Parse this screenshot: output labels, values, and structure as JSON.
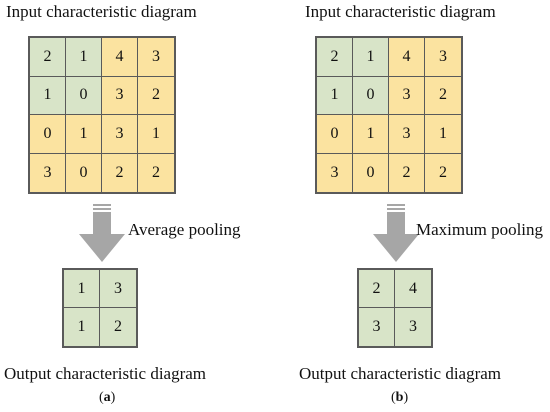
{
  "colors": {
    "green": "#d8e4c8",
    "yellow": "#fbe3a0",
    "grid_line": "#5a5a5a",
    "arrow_fill": "#a6a6a6"
  },
  "panels": [
    {
      "input_title": "Input characteristic diagram",
      "input_cells": [
        {
          "value": "2",
          "color": "green"
        },
        {
          "value": "1",
          "color": "green"
        },
        {
          "value": "4",
          "color": "yellow"
        },
        {
          "value": "3",
          "color": "yellow"
        },
        {
          "value": "1",
          "color": "green"
        },
        {
          "value": "0",
          "color": "green"
        },
        {
          "value": "3",
          "color": "yellow"
        },
        {
          "value": "2",
          "color": "yellow"
        },
        {
          "value": "0",
          "color": "yellow"
        },
        {
          "value": "1",
          "color": "yellow"
        },
        {
          "value": "3",
          "color": "yellow"
        },
        {
          "value": "1",
          "color": "yellow"
        },
        {
          "value": "3",
          "color": "yellow"
        },
        {
          "value": "0",
          "color": "yellow"
        },
        {
          "value": "2",
          "color": "yellow"
        },
        {
          "value": "2",
          "color": "yellow"
        }
      ],
      "operation": "Average pooling",
      "output_cells": [
        {
          "value": "1",
          "color": "green"
        },
        {
          "value": "3",
          "color": "green"
        },
        {
          "value": "1",
          "color": "green"
        },
        {
          "value": "2",
          "color": "green"
        }
      ],
      "output_title": "Output characteristic diagram",
      "sub_label_open": "(",
      "sub_label_letter": "a",
      "sub_label_close": ")"
    },
    {
      "input_title": "Input characteristic diagram",
      "input_cells": [
        {
          "value": "2",
          "color": "green"
        },
        {
          "value": "1",
          "color": "green"
        },
        {
          "value": "4",
          "color": "yellow"
        },
        {
          "value": "3",
          "color": "yellow"
        },
        {
          "value": "1",
          "color": "green"
        },
        {
          "value": "0",
          "color": "green"
        },
        {
          "value": "3",
          "color": "yellow"
        },
        {
          "value": "2",
          "color": "yellow"
        },
        {
          "value": "0",
          "color": "yellow"
        },
        {
          "value": "1",
          "color": "yellow"
        },
        {
          "value": "3",
          "color": "yellow"
        },
        {
          "value": "1",
          "color": "yellow"
        },
        {
          "value": "3",
          "color": "yellow"
        },
        {
          "value": "0",
          "color": "yellow"
        },
        {
          "value": "2",
          "color": "yellow"
        },
        {
          "value": "2",
          "color": "yellow"
        }
      ],
      "operation": "Maximum pooling",
      "output_cells": [
        {
          "value": "2",
          "color": "green"
        },
        {
          "value": "4",
          "color": "green"
        },
        {
          "value": "3",
          "color": "green"
        },
        {
          "value": "3",
          "color": "green"
        }
      ],
      "output_title": "Output characteristic diagram",
      "sub_label_open": "(",
      "sub_label_letter": "b",
      "sub_label_close": ")"
    }
  ]
}
